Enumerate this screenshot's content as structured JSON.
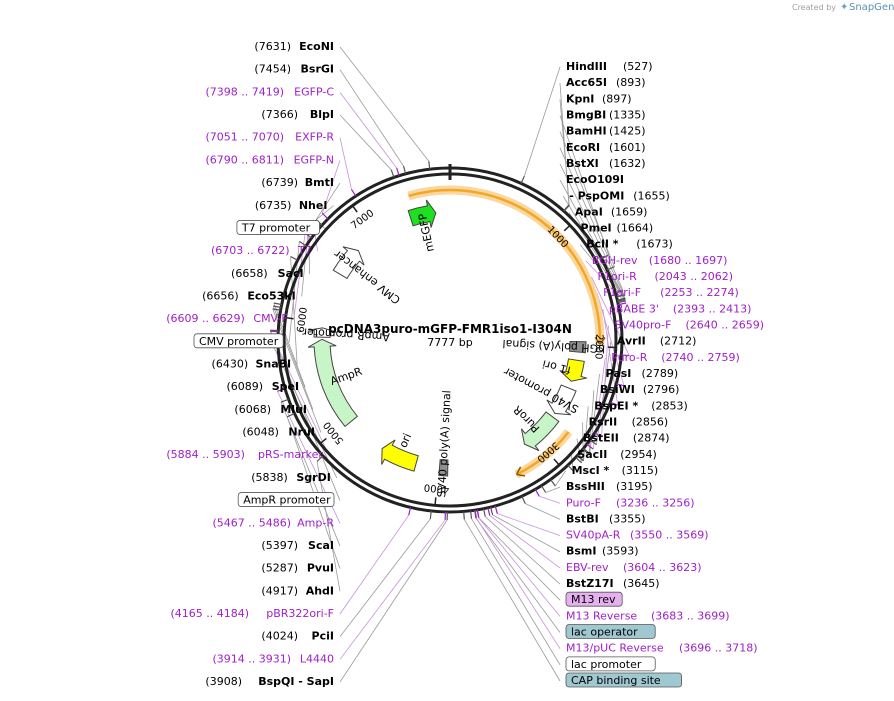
{
  "title": "pcDNA3puro-mGFP-FMR1iso1-I304N",
  "length_label": "7777 bp",
  "total_bp": 7777,
  "credit": {
    "prefix": "Created by",
    "brand": "SnapGene"
  },
  "colors": {
    "enzyme": "#000000",
    "primer": "#a020c8",
    "orf_orange": "#f5a623",
    "promoter_white": "#ffffff",
    "gfp_green": "#1fe01f",
    "amp_green": "#c8f5c8",
    "ori_yellow": "#ffff00",
    "polyA_gray": "#909090",
    "m13_box": "#e6b0f0",
    "lac_box": "#a0c8d0"
  },
  "tick_labels": [
    {
      "bp": 1000,
      "label": "1000"
    },
    {
      "bp": 2000,
      "label": "2000"
    },
    {
      "bp": 3000,
      "label": "3000"
    },
    {
      "bp": 4000,
      "label": "4000"
    },
    {
      "bp": 5000,
      "label": "5000"
    },
    {
      "bp": 6000,
      "label": "6000"
    },
    {
      "bp": 7000,
      "label": "7000"
    }
  ],
  "features": [
    {
      "name": "mEGFP",
      "kind": "gfp",
      "start": 7390,
      "end": 7640
    },
    {
      "name": "CMV enhancer",
      "kind": "promoter",
      "start": 6500,
      "end": 6790
    },
    {
      "name": "bGH poly(A) signal",
      "kind": "polyA",
      "start": 1960,
      "end": 2060
    },
    {
      "name": "f1 ori",
      "kind": "ori",
      "start": 2140,
      "end": 2350
    },
    {
      "name": "SV40 promoter",
      "kind": "promoter",
      "start": 2420,
      "end": 2700
    },
    {
      "name": "PuroR",
      "kind": "amp",
      "start": 2740,
      "end": 3120
    },
    {
      "name": "SV40 poly(A) signal",
      "kind": "polyA",
      "start": 3910,
      "end": 3990
    },
    {
      "name": "ori",
      "kind": "ori",
      "start": 4220,
      "end": 4580
    },
    {
      "name": "AmpR",
      "kind": "amp",
      "start": 4980,
      "end": 5840
    },
    {
      "name": "AmpR promoter",
      "kind": "promoter",
      "start": 5860,
      "end": 5950
    }
  ],
  "orfs": [
    {
      "start": 7430,
      "end": 1980
    },
    {
      "start": 2760,
      "end": 3320
    }
  ],
  "left_labels": [
    {
      "pos": "(7631)",
      "name": "EcoNI",
      "type": "enzyme",
      "bp": 7631
    },
    {
      "pos": "(7454)",
      "name": "BsrGI",
      "type": "enzyme",
      "bp": 7454
    },
    {
      "pos": "(7398 .. 7419)",
      "name": "EGFP-C",
      "type": "primer",
      "bp": 7405
    },
    {
      "pos": "(7366)",
      "name": "BlpI",
      "type": "enzyme",
      "bp": 7366
    },
    {
      "pos": "(7051 .. 7070)",
      "name": "EXFP-R",
      "type": "primer",
      "bp": 7060
    },
    {
      "pos": "(6790 .. 6811)",
      "name": "EGFP-N",
      "type": "primer",
      "bp": 6800
    },
    {
      "pos": "(6739)",
      "name": "BmtI",
      "type": "enzyme",
      "bp": 6739
    },
    {
      "pos": "(6735)",
      "name": "NheI",
      "type": "enzyme",
      "bp": 6735
    },
    {
      "pos": "",
      "name": "T7 promoter",
      "type": "box",
      "bp": 6720
    },
    {
      "pos": "(6703 .. 6722)",
      "name": "T7",
      "type": "primer",
      "bp": 6710
    },
    {
      "pos": "(6658)",
      "name": "SacI",
      "type": "enzyme",
      "bp": 6658
    },
    {
      "pos": "(6656)",
      "name": "Eco53kI",
      "type": "enzyme",
      "bp": 6656
    },
    {
      "pos": "(6609 .. 6629)",
      "name": "CMV-F",
      "type": "primer",
      "bp": 6619
    },
    {
      "pos": "",
      "name": "CMV promoter",
      "type": "box",
      "bp": 6550
    },
    {
      "pos": "(6430)",
      "name": "SnaBI",
      "type": "enzyme",
      "bp": 6430
    },
    {
      "pos": "(6089)",
      "name": "SpeI",
      "type": "enzyme",
      "bp": 6089
    },
    {
      "pos": "(6068)",
      "name": "MluI",
      "type": "enzyme",
      "bp": 6068
    },
    {
      "pos": "(6048)",
      "name": "NruI",
      "type": "enzyme",
      "bp": 6048
    },
    {
      "pos": "(5884 .. 5903)",
      "name": "pRS-marker",
      "type": "primer",
      "bp": 5893
    },
    {
      "pos": "(5838)",
      "name": "SgrDI",
      "type": "enzyme",
      "bp": 5838
    },
    {
      "pos": "",
      "name": "AmpR promoter",
      "type": "box",
      "bp": 5900
    },
    {
      "pos": "(5467 .. 5486)",
      "name": "Amp-R",
      "type": "primer",
      "bp": 5476
    },
    {
      "pos": "(5397)",
      "name": "ScaI",
      "type": "enzyme",
      "bp": 5397
    },
    {
      "pos": "(5287)",
      "name": "PvuI",
      "type": "enzyme",
      "bp": 5287
    },
    {
      "pos": "(4917)",
      "name": "AhdI",
      "type": "enzyme",
      "bp": 4917
    },
    {
      "pos": "(4165 .. 4184)",
      "name": "pBR322ori-F",
      "type": "primer",
      "bp": 4175
    },
    {
      "pos": "(4024)",
      "name": "PciI",
      "type": "enzyme",
      "bp": 4024
    },
    {
      "pos": "(3914 .. 3931)",
      "name": "L4440",
      "type": "primer",
      "bp": 3922
    },
    {
      "pos": "(3908)",
      "name": "BspQI - SapI",
      "type": "enzyme",
      "bp": 3908
    }
  ],
  "right_labels": [
    {
      "name": "HindIII",
      "pos": "(527)",
      "type": "enzyme",
      "bp": 527
    },
    {
      "name": "Acc65I",
      "pos": "(893)",
      "type": "enzyme",
      "bp": 893
    },
    {
      "name": "KpnI",
      "pos": "(897)",
      "type": "enzyme",
      "bp": 897
    },
    {
      "name": "BmgBI",
      "pos": "(1335)",
      "type": "enzyme",
      "bp": 1335
    },
    {
      "name": "BamHI",
      "pos": "(1425)",
      "type": "enzyme",
      "bp": 1425
    },
    {
      "name": "EcoRI",
      "pos": "(1601)",
      "type": "enzyme",
      "bp": 1601
    },
    {
      "name": "BstXI",
      "pos": "(1632)",
      "type": "enzyme",
      "bp": 1632
    },
    {
      "name": "EcoO109I",
      "pos": "",
      "type": "enzyme",
      "bp": 1655
    },
    {
      "name": "- PspOMI",
      "pos": "(1655)",
      "type": "enzyme",
      "bp": 1655
    },
    {
      "name": "ApaI",
      "pos": "(1659)",
      "type": "enzyme",
      "bp": 1659
    },
    {
      "name": "PmeI",
      "pos": "(1664)",
      "type": "enzyme",
      "bp": 1664
    },
    {
      "name": "BclI *",
      "pos": "(1673)",
      "type": "enzyme",
      "bp": 1673
    },
    {
      "name": "BGH-rev",
      "pos": "(1680 .. 1697)",
      "type": "primer",
      "bp": 1688
    },
    {
      "name": "F1ori-R",
      "pos": "(2043 .. 2062)",
      "type": "primer",
      "bp": 2052
    },
    {
      "name": "F1ori-F",
      "pos": "(2253 .. 2274)",
      "type": "primer",
      "bp": 2263
    },
    {
      "name": "pBABE 3'",
      "pos": "(2393 .. 2413)",
      "type": "primer",
      "bp": 2403
    },
    {
      "name": "SV40pro-F",
      "pos": "(2640 .. 2659)",
      "type": "primer",
      "bp": 2650
    },
    {
      "name": "AvrII",
      "pos": "(2712)",
      "type": "enzyme",
      "bp": 2712
    },
    {
      "name": "Puro-R",
      "pos": "(2740 .. 2759)",
      "type": "primer",
      "bp": 2750
    },
    {
      "name": "PasI",
      "pos": "(2789)",
      "type": "enzyme",
      "bp": 2789
    },
    {
      "name": "BsiWI",
      "pos": "(2796)",
      "type": "enzyme",
      "bp": 2796
    },
    {
      "name": "BspEI *",
      "pos": "(2853)",
      "type": "enzyme",
      "bp": 2853
    },
    {
      "name": "RsrII",
      "pos": "(2856)",
      "type": "enzyme",
      "bp": 2856
    },
    {
      "name": "BstEII",
      "pos": "(2874)",
      "type": "enzyme",
      "bp": 2874
    },
    {
      "name": "SacII",
      "pos": "(2954)",
      "type": "enzyme",
      "bp": 2954
    },
    {
      "name": "MscI *",
      "pos": "(3115)",
      "type": "enzyme",
      "bp": 3115
    },
    {
      "name": "BssHII",
      "pos": "(3195)",
      "type": "enzyme",
      "bp": 3195
    },
    {
      "name": "Puro-F",
      "pos": "(3236 .. 3256)",
      "type": "primer",
      "bp": 3246
    },
    {
      "name": "BstBI",
      "pos": "(3355)",
      "type": "enzyme",
      "bp": 3355
    },
    {
      "name": "SV40pA-R",
      "pos": "(3550 .. 3569)",
      "type": "primer",
      "bp": 3559
    },
    {
      "name": "BsmI",
      "pos": "(3593)",
      "type": "enzyme",
      "bp": 3593
    },
    {
      "name": "EBV-rev",
      "pos": "(3604 .. 3623)",
      "type": "primer",
      "bp": 3613
    },
    {
      "name": "BstZ17I",
      "pos": "(3645)",
      "type": "enzyme",
      "bp": 3645
    },
    {
      "name": "M13 rev",
      "pos": "",
      "type": "m13box",
      "bp": 3690
    },
    {
      "name": "M13 Reverse",
      "pos": "(3683 .. 3699)",
      "type": "primer",
      "bp": 3691
    },
    {
      "name": "lac operator",
      "pos": "",
      "type": "lacbox",
      "bp": 3710
    },
    {
      "name": "M13/pUC Reverse",
      "pos": "(3696 .. 3718)",
      "type": "primer",
      "bp": 3707
    },
    {
      "name": "lac promoter",
      "pos": "",
      "type": "box",
      "bp": 3740
    },
    {
      "name": "CAP binding site",
      "pos": "",
      "type": "lacbox",
      "bp": 3790
    }
  ]
}
